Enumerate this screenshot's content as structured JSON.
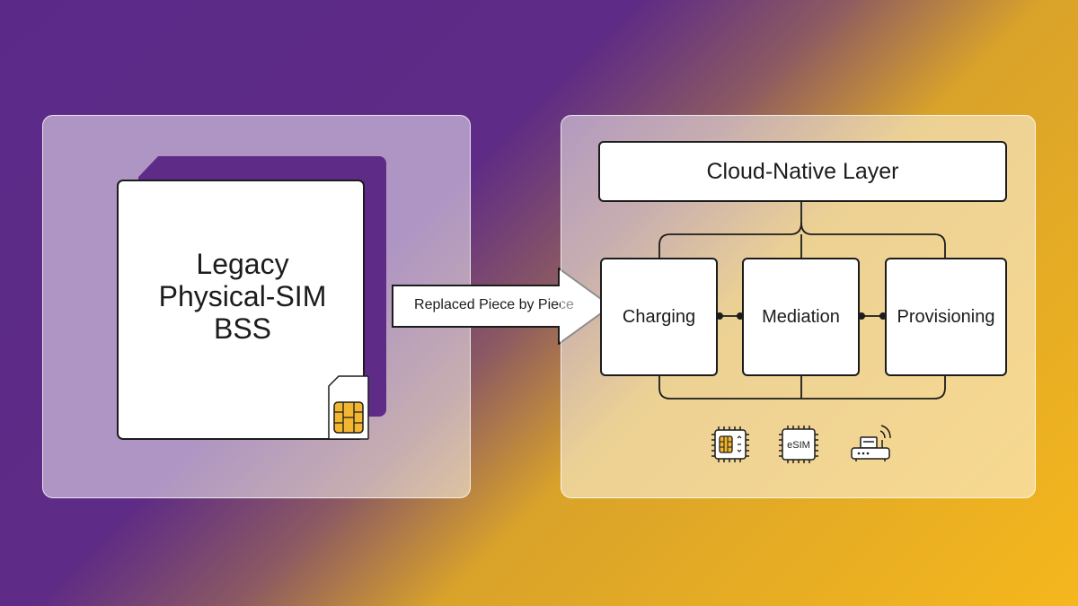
{
  "legacy": {
    "line1": "Legacy",
    "line2": "Physical-SIM",
    "line3": "BSS"
  },
  "arrow": {
    "label": "Replaced Piece by Piece"
  },
  "cloud": {
    "title": "Cloud-Native Layer"
  },
  "modules": [
    {
      "label": "Charging"
    },
    {
      "label": "Mediation"
    },
    {
      "label": "Provisioning"
    }
  ],
  "devices": [
    {
      "icon": "sim-chip-icon"
    },
    {
      "icon": "esim-chip-icon",
      "label": "eSIM"
    },
    {
      "icon": "router-icon"
    }
  ],
  "colors": {
    "purple": "#5b2a88",
    "yellow": "#f5b71d",
    "sim_gold": "#f2b630",
    "ink": "#1c1c1c"
  }
}
